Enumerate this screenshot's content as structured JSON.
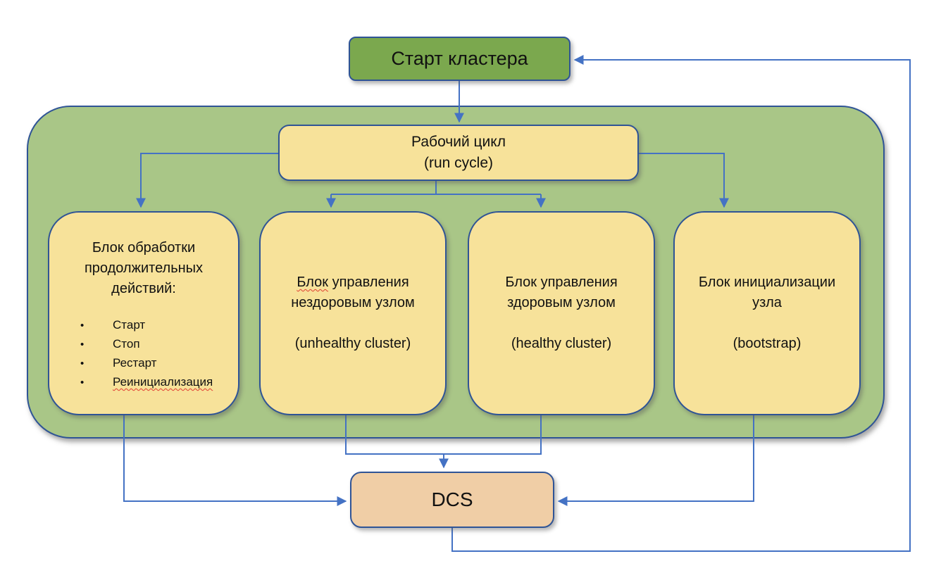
{
  "colors": {
    "arrow-color": "#4472C4",
    "border-color": "#2F5496",
    "container-fill": "#A9C687",
    "start-fill": "#7BA84E",
    "node-fill": "#F7E29A",
    "dcs-fill": "#F0CEA6",
    "text-color": "#111111",
    "squiggle-color": "#E03C31"
  },
  "nodes": {
    "start": {
      "label": "Старт кластера"
    },
    "run_cycle": {
      "line1": "Рабочий цикл",
      "line2": "(run cycle)"
    },
    "long_ops": {
      "title": "Блок обработки продолжительных действий:",
      "bullet_glyph": "•",
      "items": [
        "Старт",
        "Стоп",
        "Рестарт",
        "Реинициализация"
      ]
    },
    "unhealthy": {
      "title_marked": "Блок",
      "title_rest": "управления нездоровым узлом",
      "subtitle": "(unhealthy cluster)"
    },
    "healthy": {
      "title": "Блок управления здоровым узлом",
      "subtitle": "(healthy cluster)"
    },
    "bootstrap": {
      "title": "Блок инициализации узла",
      "subtitle": "(bootstrap)"
    },
    "dcs": {
      "label": "DCS"
    }
  }
}
